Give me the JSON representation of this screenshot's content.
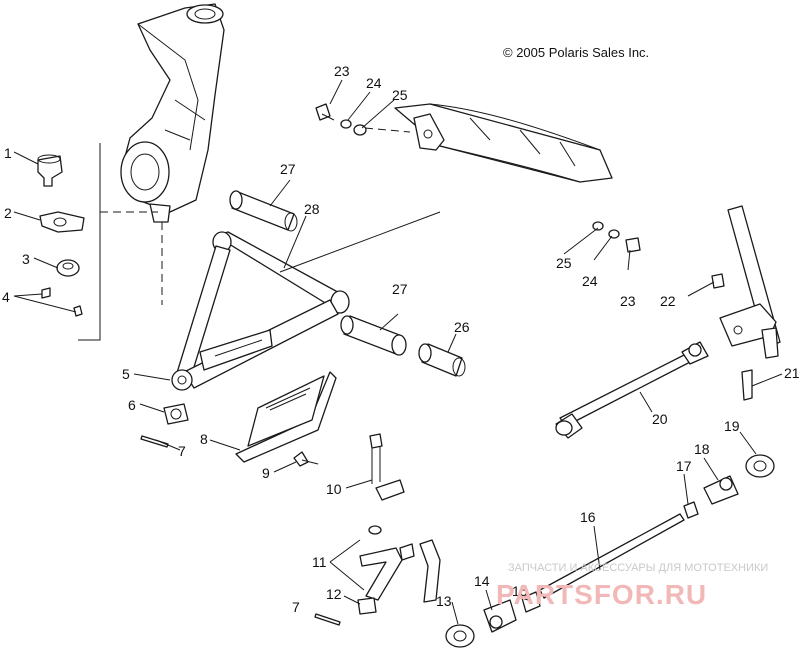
{
  "copyright": "© 2005 Polaris Sales Inc.",
  "watermark": {
    "line1": "ЗАПЧАСТИ И АКСЕССУАРЫ ДЛЯ МОТОТЕХНИКИ",
    "line2": "PARTSFOR.RU"
  },
  "callouts": {
    "c1": "1",
    "c2": "2",
    "c3": "3",
    "c4": "4",
    "c5": "5",
    "c6": "6",
    "c7a": "7",
    "c7b": "7",
    "c8": "8",
    "c9": "9",
    "c10": "10",
    "c11": "11",
    "c12": "12",
    "c13": "13",
    "c14": "14",
    "c15": "15",
    "c16": "16",
    "c17": "17",
    "c18": "18",
    "c19": "19",
    "c20": "20",
    "c21": "21",
    "c22": "22",
    "c23a": "23",
    "c23b": "23",
    "c24a": "24",
    "c24b": "24",
    "c25a": "25",
    "c25b": "25",
    "c26": "26",
    "c27a": "27",
    "c27b": "27",
    "c28": "28"
  },
  "icons": {
    "steering-knuckle": "steering-knuckle-icon",
    "a-arm": "a-arm-icon",
    "frame": "frame-icon",
    "tie-rod": "tie-rod-icon"
  }
}
